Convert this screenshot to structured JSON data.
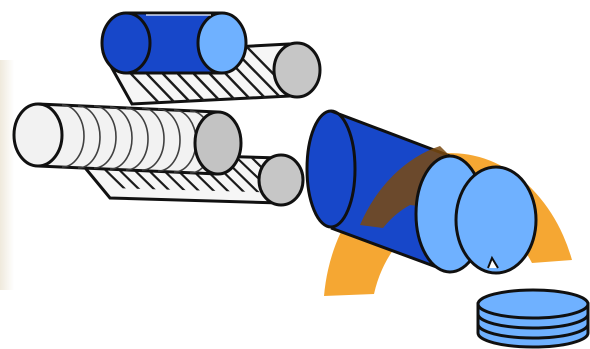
{
  "diagram": {
    "title": "",
    "colors": {
      "roll_dark_blue": "#1747c9",
      "roll_light_blue": "#6fb1ff",
      "roll_gray": "#c9c9c9",
      "roll_light": "#f2f2f2",
      "arc_orange": "#f5a733",
      "outline": "#101010",
      "hatch": "#222222"
    },
    "objects": [
      "feed-roll-top",
      "conveyor-belt-stack",
      "rolled-log",
      "cut-roll",
      "orange-arc-guide",
      "disc-stack"
    ]
  }
}
